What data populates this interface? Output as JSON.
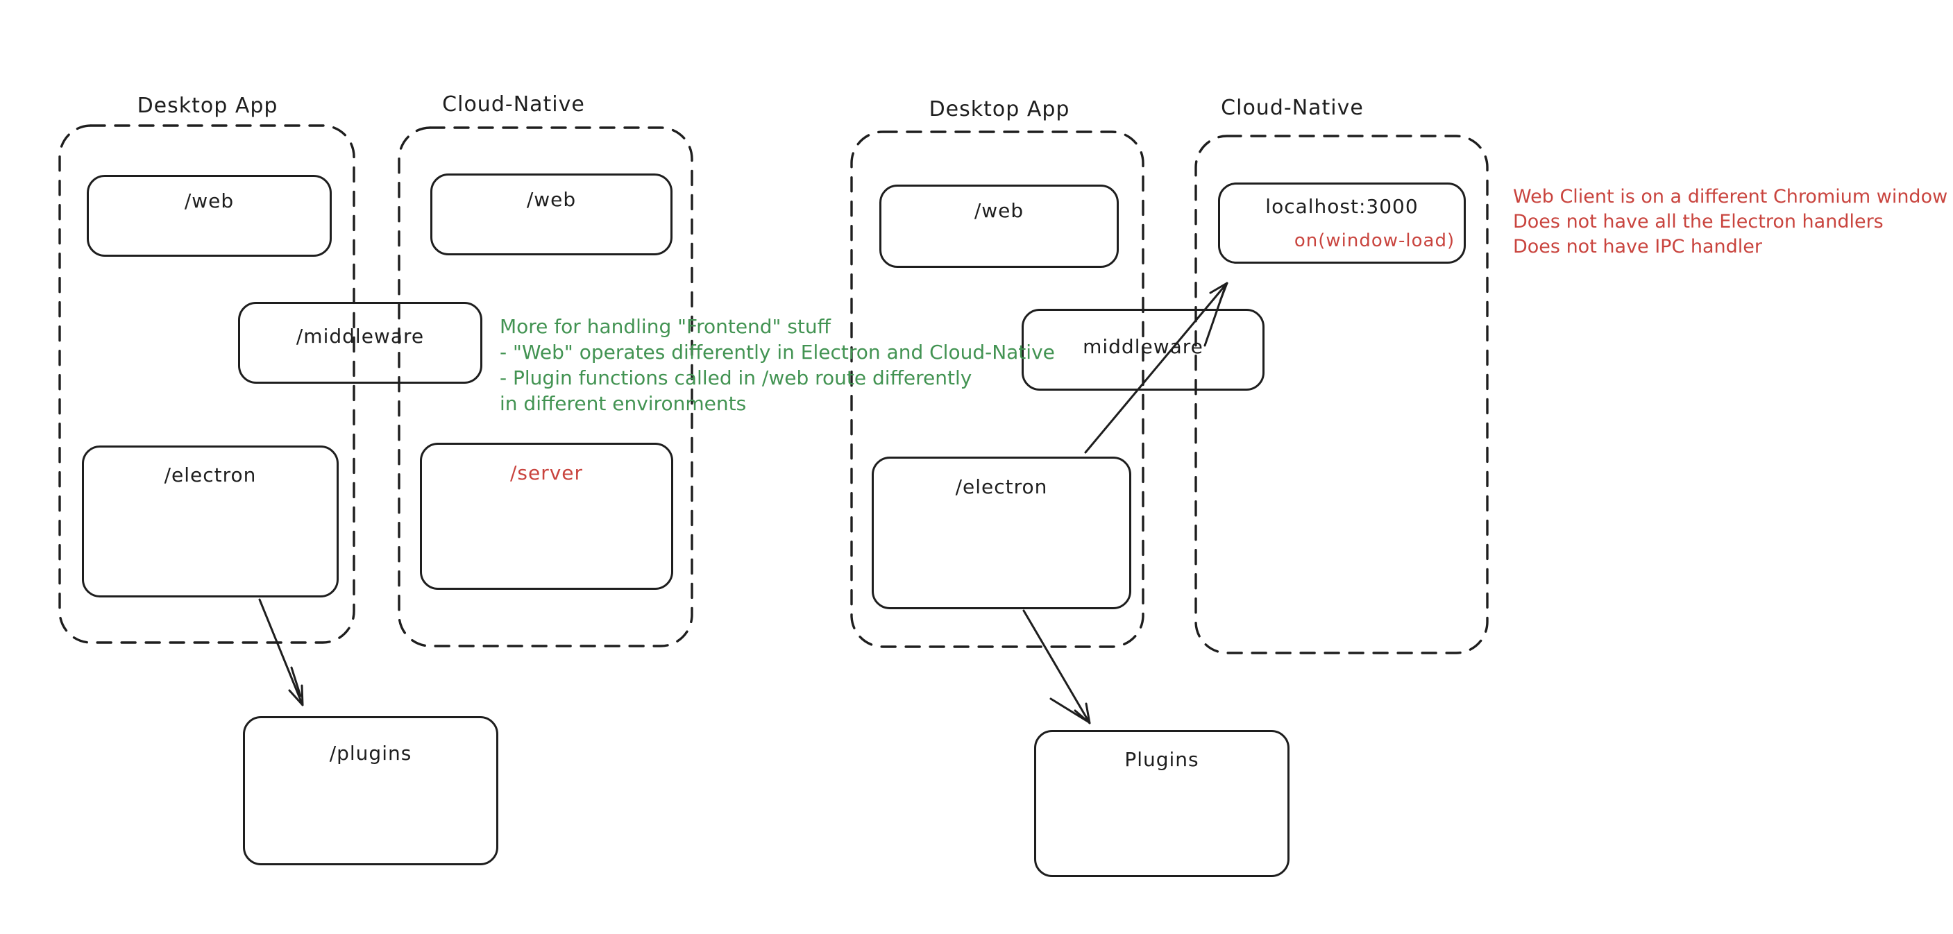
{
  "colors": {
    "stroke": "#1e1e1e",
    "red": "#c9443e",
    "green": "#429352",
    "bg": "#ffffff"
  },
  "left": {
    "desktop_title": "Desktop App",
    "cloud_title": "Cloud-Native",
    "web_desktop": "/web",
    "web_cloud": "/web",
    "middleware": "/middleware",
    "electron": "/electron",
    "server": "/server",
    "plugins": "/plugins",
    "green_note": [
      "More for handling \"Frontend\" stuff",
      "- \"Web\" operates differently in Electron and Cloud-Native",
      "- Plugin functions called in /web route differently",
      "in different environments"
    ]
  },
  "right": {
    "desktop_title": "Desktop App",
    "cloud_title": "Cloud-Native",
    "web_desktop": "/web",
    "localhost_label": "localhost:3000",
    "localhost_sub": "on(window-load)",
    "middleware": "middleware",
    "electron": "/electron",
    "plugins": "Plugins",
    "red_note": [
      "Web Client is on a different Chromium window",
      "Does not have all the Electron handlers",
      "Does not have IPC handler"
    ]
  }
}
